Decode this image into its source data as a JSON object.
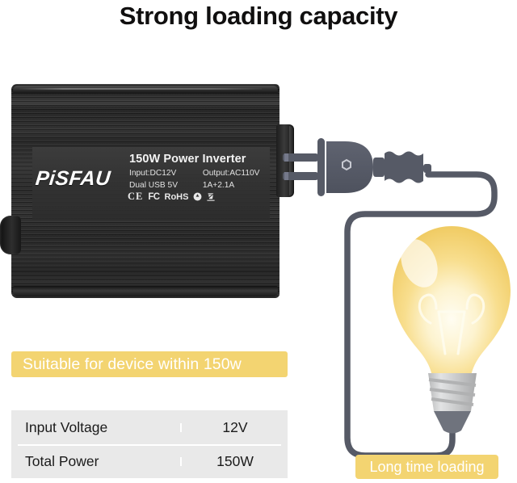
{
  "headline": "Strong loading capacity",
  "product": {
    "brand": "PiSFAU",
    "label_title": "150W Power Inverter",
    "spec_lines": [
      {
        "left": "Input:DC12V",
        "right": "Output:AC110V"
      },
      {
        "left": "Dual  USB  5V",
        "right": "1A+2.1A"
      }
    ],
    "certifications": [
      {
        "name": "ce-mark",
        "text": "CE"
      },
      {
        "name": "fcc-mark",
        "text": "FC"
      },
      {
        "name": "rohs-mark",
        "text": "RoHS"
      },
      {
        "name": "recycle-mark",
        "text": ""
      },
      {
        "name": "weee-bin-mark",
        "text": ""
      }
    ]
  },
  "banner": {
    "text": "Suitable for device within 150w",
    "color": "#f3d471"
  },
  "spec_table": {
    "rows": [
      {
        "key": "Input Voltage",
        "value": "12V"
      },
      {
        "key": "Total Power",
        "value": "150W"
      }
    ],
    "background": "#e9e9e9"
  },
  "badge": {
    "text": "Long time loading",
    "color": "#f3d471"
  },
  "illustration": {
    "cable_color": "#565a66",
    "plug_color": "#565a66",
    "bulb_glass_color": "#f5d572",
    "bulb_base_color": "#c9cacb"
  }
}
